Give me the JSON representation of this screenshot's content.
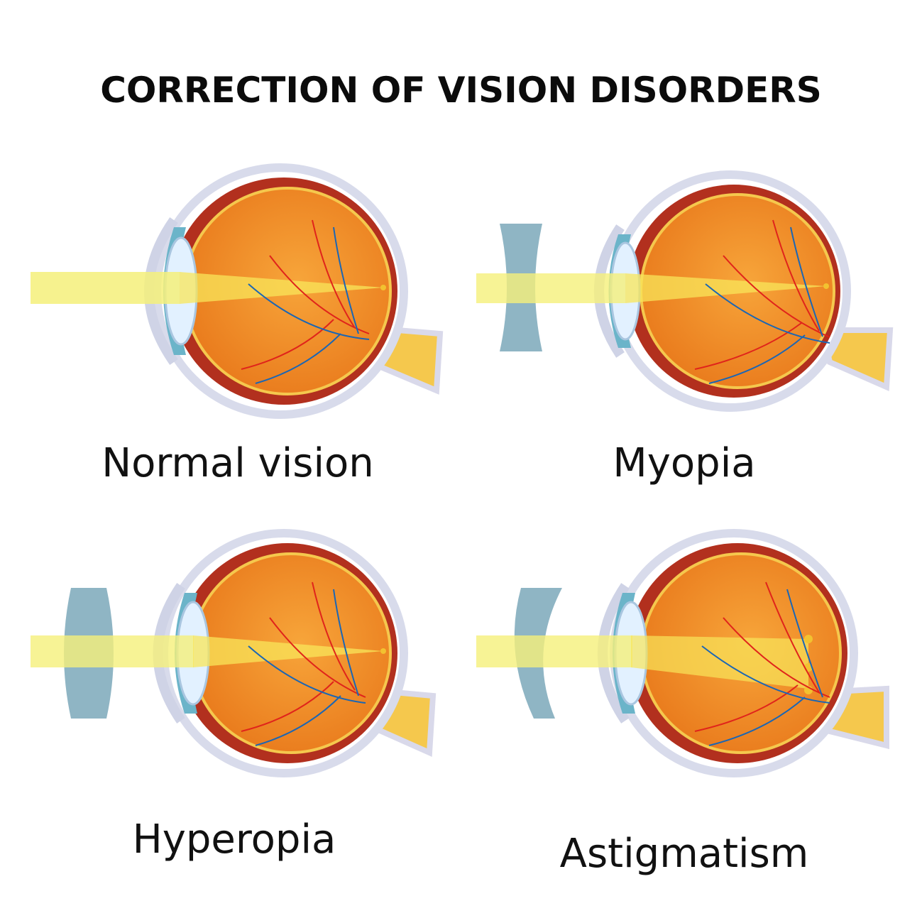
{
  "title": "CORRECTION OF VISION DISORDERS",
  "panels": [
    {
      "label": "Normal vision",
      "lens": "none"
    },
    {
      "label": "Myopia",
      "lens": "concave"
    },
    {
      "label": "Hyperopia",
      "lens": "convex"
    },
    {
      "label": "Astigmatism",
      "lens": "meniscus"
    }
  ],
  "colors": {
    "sclera_outer": "#c9cce6",
    "choroid": "#b2301e",
    "retina_fill": "#f29a2a",
    "light_beam": "#f5f07a",
    "corrective_lens": "#8fb5c4",
    "eye_lens": "#dcefff",
    "vein": "#1a66b5",
    "artery": "#e0241b"
  }
}
